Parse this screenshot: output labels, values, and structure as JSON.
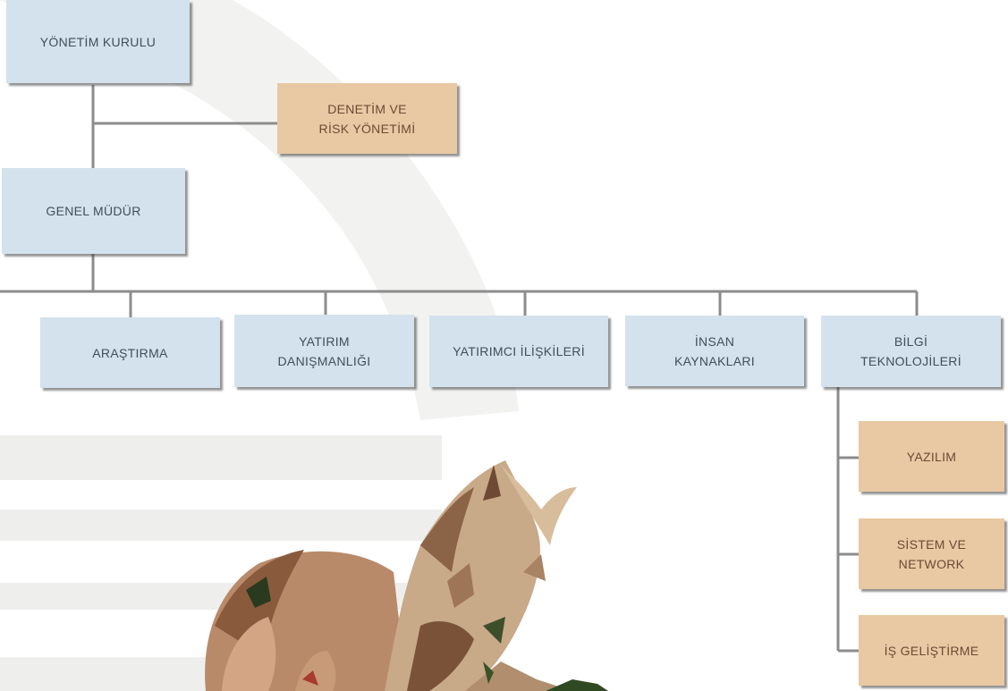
{
  "org_chart": {
    "board": "YÖNETİM KURULU",
    "audit": "DENETİM VE\nRİSK YÖNETİMİ",
    "general_manager": "GENEL MÜDÜR",
    "departments": [
      "ARAŞTIRMA",
      "YATIRIM\nDANIŞMANLIĞI",
      "YATIRIMCI İLİŞKİLERİ",
      "İNSAN\nKAYNAKLARI",
      "BİLGİ\nTEKNOLOJİLERİ"
    ],
    "it_units": [
      "YAZILIM",
      "SİSTEM VE\nNETWORK",
      "İŞ GELİŞTİRME"
    ]
  },
  "colors": {
    "blue_box": "#d3e2ec",
    "tan_box": "#e8c9a3",
    "connector": "#8c8c8c",
    "text": "#3f4f5c"
  }
}
